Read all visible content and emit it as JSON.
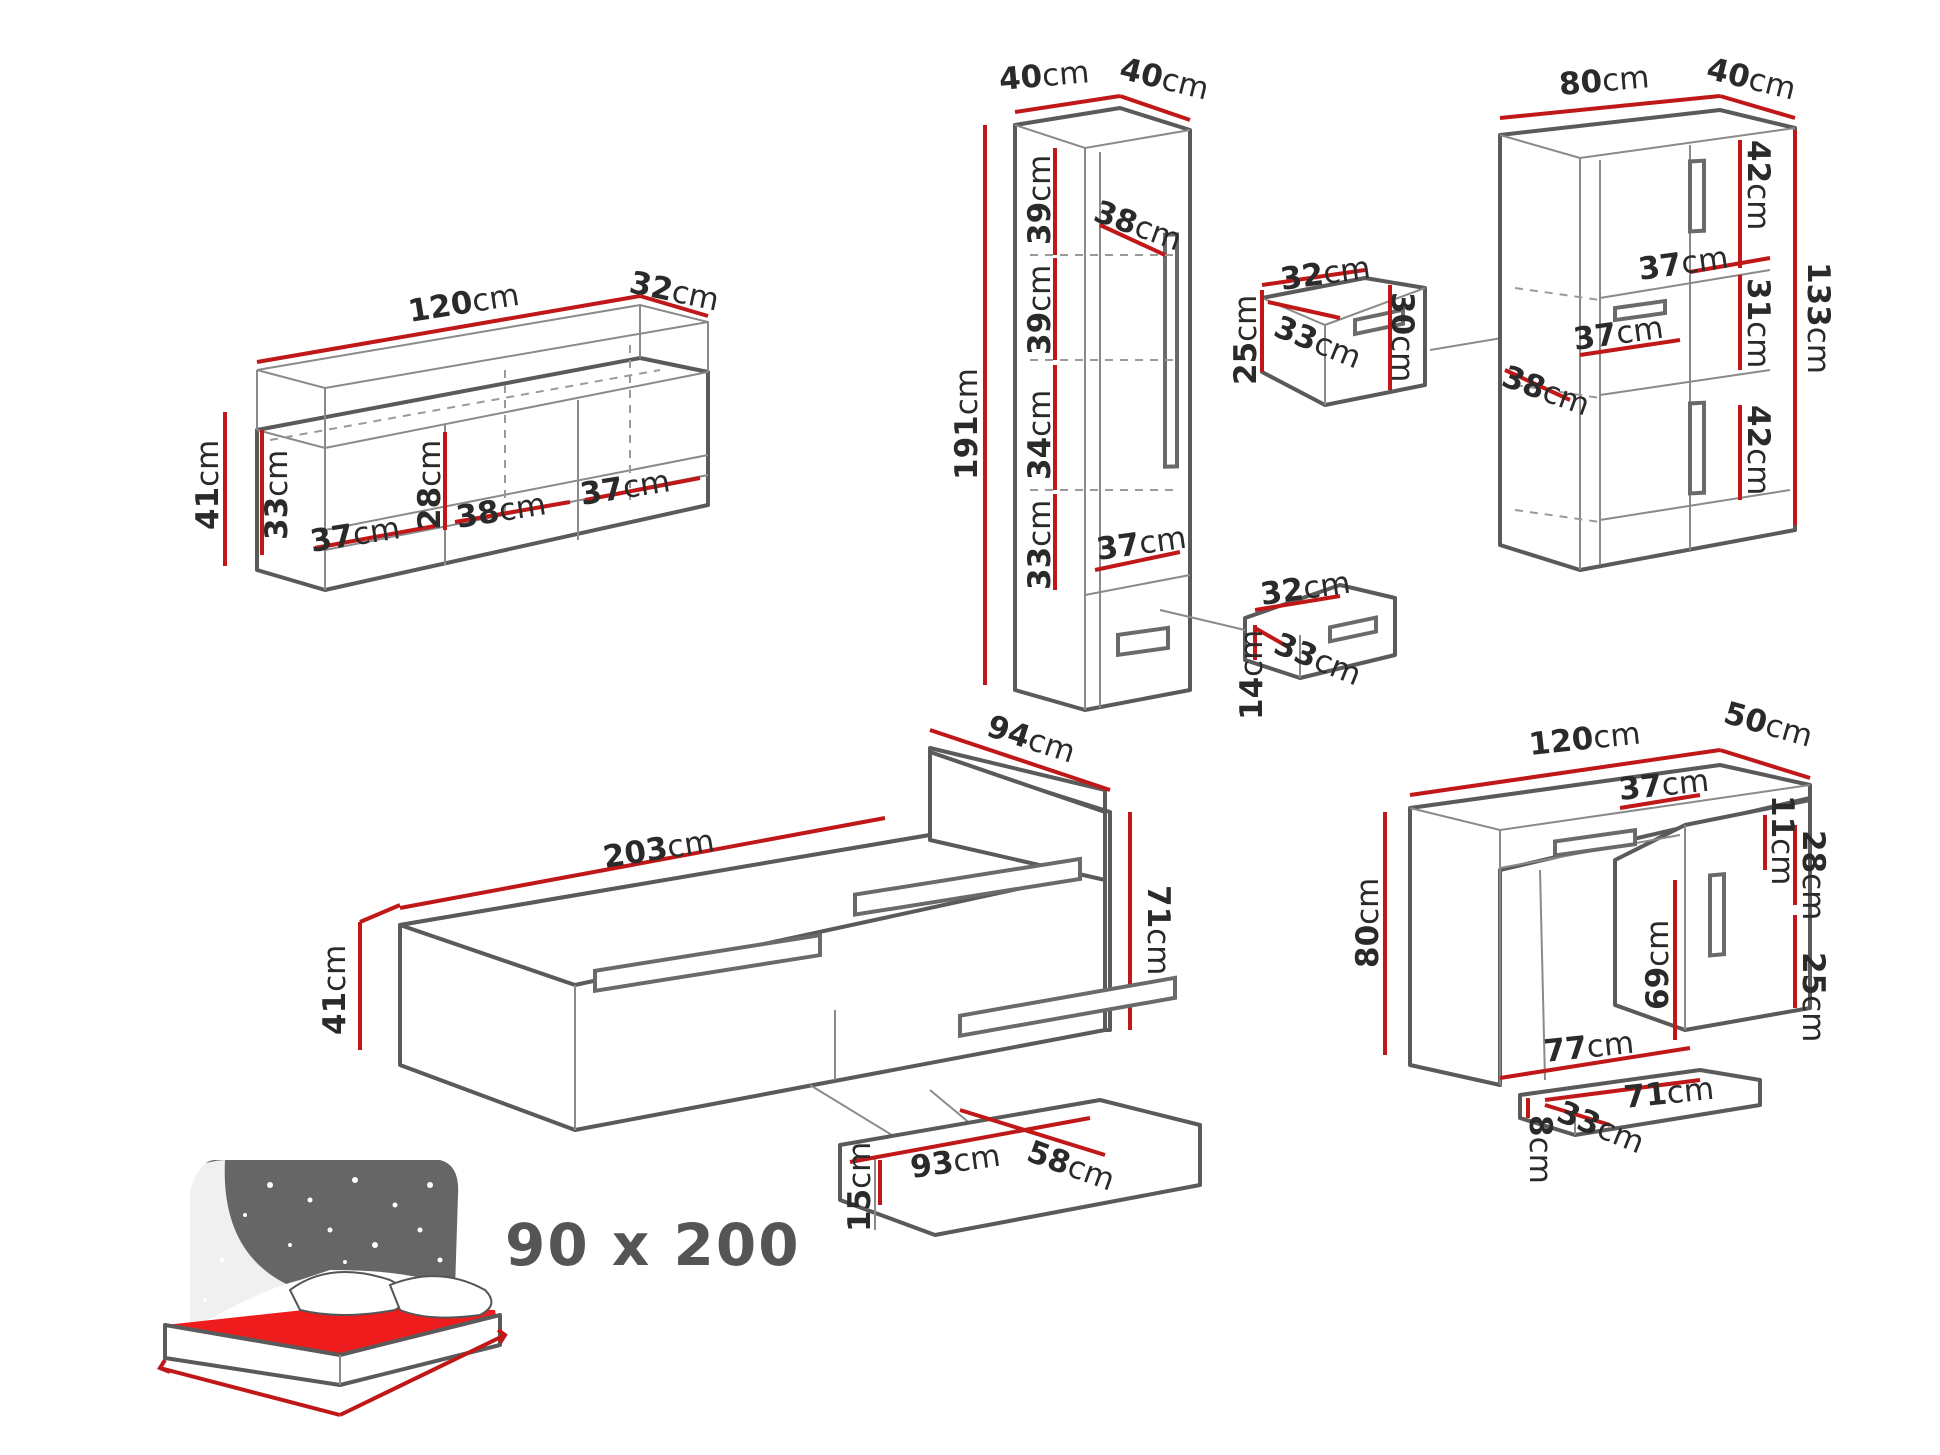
{
  "diagram": {
    "size_label": "90 x 200",
    "colors": {
      "line": "#5a5a5a",
      "dimension": "#c01818",
      "text": "#2a2a2a",
      "mattress": "#ee1c1c"
    },
    "shelf_unit": {
      "width": "120",
      "depth": "32",
      "height": "41",
      "inner_height": "33",
      "divider_height": "28",
      "compartments": [
        "37",
        "38",
        "37"
      ]
    },
    "tall_cabinet": {
      "width": "40",
      "depth": "40",
      "height": "191",
      "sections": [
        "39",
        "39",
        "34",
        "33"
      ],
      "shelf_depth": "38",
      "inner_width": "37"
    },
    "drawer_cabinet": {
      "width": "32",
      "depth": "33",
      "height": "25",
      "front": "30"
    },
    "drawer_small": {
      "width": "32",
      "depth": "33",
      "height": "14"
    },
    "bookcase": {
      "width": "80",
      "depth": "40",
      "height": "133",
      "sections": [
        "42",
        "31",
        "42"
      ],
      "shelf_widths": [
        "37",
        "37"
      ],
      "shelf_depth": "38"
    },
    "bed": {
      "length": "203",
      "width": "94",
      "height": "41",
      "headboard": "71"
    },
    "bed_drawer": {
      "length": "93",
      "depth": "58",
      "height": "15"
    },
    "desk": {
      "width": "120",
      "depth": "50",
      "height": "80",
      "drawer_width": "37",
      "drawer_height": "11",
      "upper": "28",
      "cabinet_height": "69",
      "lower": "25",
      "leg_span": "77"
    },
    "desk_drawer": {
      "width": "71",
      "depth": "33",
      "height": "8"
    },
    "unit": "cm"
  }
}
